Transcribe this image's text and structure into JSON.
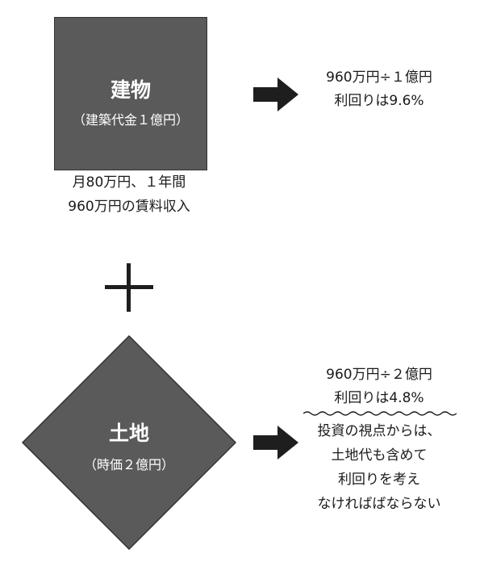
{
  "building": {
    "title": "建物",
    "subtitle": "（建築代金１億円）",
    "caption_line1": "月80万円、１年間",
    "caption_line2": "960万円の賃料収入"
  },
  "building_result": {
    "line1": "960万円÷１億円",
    "line2": "利回りは9.6%"
  },
  "land": {
    "title": "土地",
    "subtitle": "（時価２億円）"
  },
  "land_result": {
    "line1": "960万円÷２億円",
    "line2": "利回りは4.8%"
  },
  "note": {
    "line1": "投資の視点からは、",
    "line2": "土地代も含めて",
    "line3": "利回りを考え",
    "line4": "なければばならない"
  }
}
